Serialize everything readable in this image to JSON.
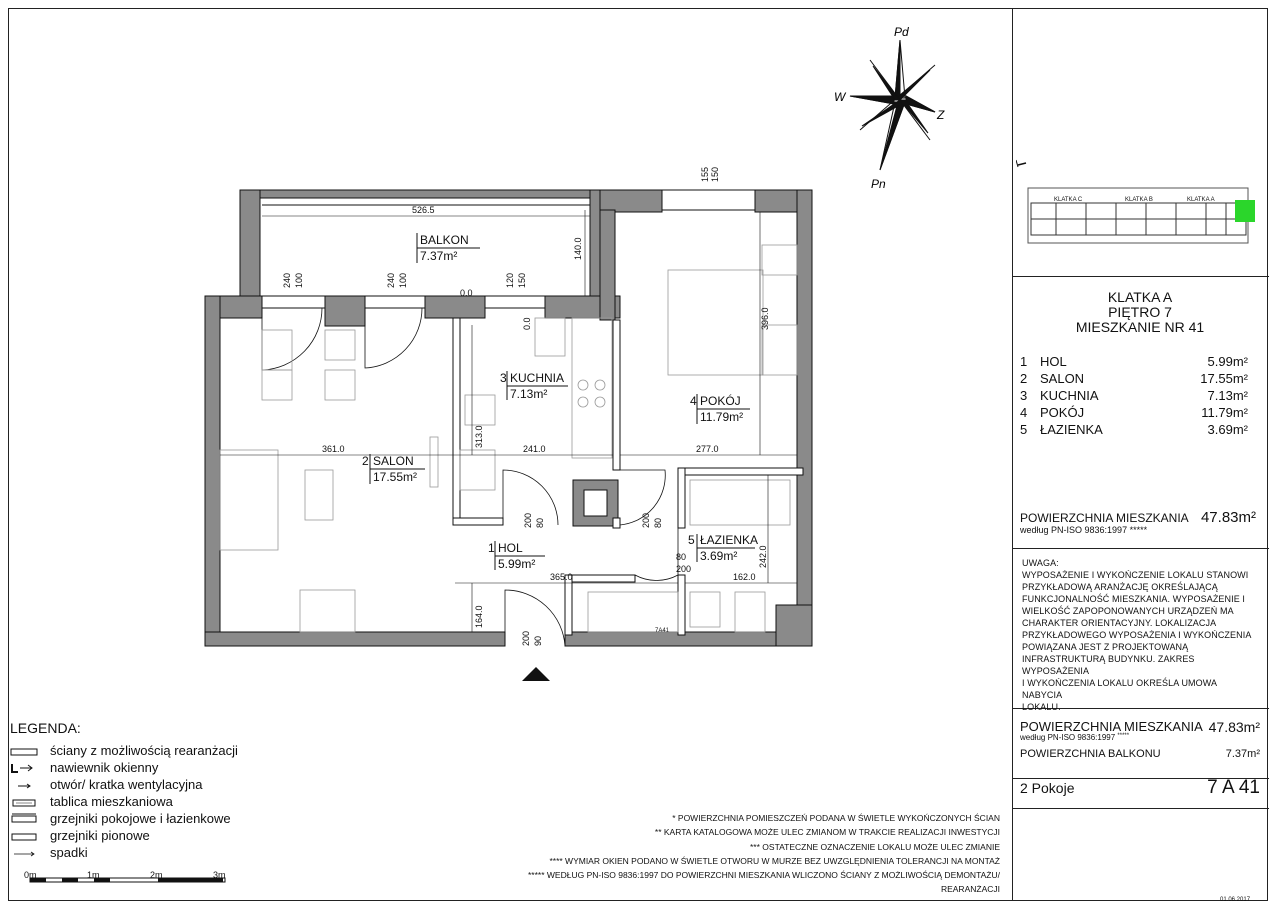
{
  "plan": {
    "compass": {
      "north": "Pd",
      "south": "Pn",
      "west": "W",
      "east": "Z"
    },
    "rooms": [
      {
        "num": "1",
        "name": "HOL",
        "area": "5.99m²"
      },
      {
        "num": "2",
        "name": "SALON",
        "area": "17.55m²"
      },
      {
        "num": "3",
        "name": "KUCHNIA",
        "area": "7.13m²"
      },
      {
        "num": "4",
        "name": "POKÓJ",
        "area": "11.79m²"
      },
      {
        "num": "5",
        "name": "ŁAZIENKA",
        "area": "3.69m²"
      }
    ],
    "balcony": {
      "name": "BALKON",
      "area": "7.37m²"
    },
    "dimensions": {
      "balcony_width": "526.5",
      "balcony_depth": "140.0",
      "balcony_zero": "0.0",
      "window_a_w": "100",
      "window_a_h": "240",
      "window_b_w": "100",
      "window_b_h": "240",
      "window_c_w": "120",
      "window_c_h": "150",
      "window_c_zero": "0.0",
      "top_window_w": "150",
      "top_window_h": "155",
      "room4_height": "396.0",
      "salon_width": "361.0",
      "kitchen_width": "241.0",
      "room4_width": "277.0",
      "kitchen_depth": "313.0",
      "door_kitchen_w": "80",
      "door_kitchen_h": "200",
      "door_room4_w": "80",
      "door_room4_h": "200",
      "door_bath_w": "80",
      "door_bath_h": "200",
      "bath_height": "242.0",
      "hall_width": "365.0",
      "bath_width": "162.0",
      "hall_depth": "164.0",
      "entry_door_w": "90",
      "entry_door_h": "200",
      "nr_tag": "7A41"
    }
  },
  "keyplan": {
    "labels": [
      "KLATKA C",
      "KLATKA B",
      "KLATKA A"
    ],
    "highlight_color": "#2bd62b"
  },
  "header": {
    "line1": "KLATKA A",
    "line2": "PIĘTRO 7",
    "line3": "MIESZKANIE NR 41"
  },
  "area_summary": {
    "label": "POWIERZCHNIA MIESZKANIA",
    "sublabel": "według PN-ISO 9836:1997 *****",
    "value": "47.83m²"
  },
  "note": {
    "title": "UWAGA:",
    "lines": [
      "WYPOSAŻENIE I WYKOŃCZENIE LOKALU STANOWI",
      "PRZYKŁADOWĄ ARANŻACJĘ OKREŚLAJĄCĄ",
      "FUNKCJONALNOŚĆ MIESZKANIA. WYPOSAŻENIE I",
      "WIELKOŚĆ ZAPOPONOWANYCH URZĄDZEŃ MA",
      "CHARAKTER ORIENTACYJNY. LOKALIZACJA",
      "PRZYKŁADOWEGO WYPOSAŻENIA I WYKOŃCZENIA",
      "POWIĄZANA JEST Z PROJEKTOWANĄ",
      "INFRASTRUKTURĄ BUDYNKU. ZAKRES WYPOSAŻENIA",
      "I WYKOŃCZENIA LOKALU OKREŚLA UMOWA NABYCIA",
      "LOKALU."
    ]
  },
  "summary2": {
    "label": "POWIERZCHNIA MIESZKANIA",
    "value": "47.83m²",
    "sublabel": "według PN-ISO 9836:1997",
    "stars": "*****",
    "balcony_label": "POWIERZCHNIA BALKONU",
    "balcony_value": "7.37m²"
  },
  "footer": {
    "rooms_count": "2 Pokoje",
    "code": "7 A 41",
    "date": "01.06.2017"
  },
  "legend": {
    "title": "LEGENDA:",
    "items": [
      "ściany z możliwością rearanżacji",
      "nawiewnik okienny",
      "otwór/ kratka wentylacyjna",
      "tablica mieszkaniowa",
      "grzejniki pokojowe i łazienkowe",
      "grzejniki pionowe",
      "spadki"
    ],
    "scale": [
      "0m",
      "1m",
      "2m",
      "3m"
    ]
  },
  "footnotes": [
    "* POWIERZCHNIA POMIESZCZEŃ PODANA W ŚWIETLE WYKOŃCZONYCH ŚCIAN",
    "** KARTA KATALOGOWA MOŻE ULEC ZMIANOM W TRAKCIE REALIZACJI INWESTYCJI",
    "*** OSTATECZNE OZNACZENIE LOKALU MOŻE ULEC ZMIANIE",
    "**** WYMIAR OKIEN PODANO W ŚWIETLE OTWORU W MURZE BEZ UWZGLĘDNIENIA TOLERANCJI NA MONTAŻ",
    "***** WEDŁUG PN-ISO 9836:1997 DO POWIERZCHNI MIESZKANIA WLICZONO ŚCIANY Z MOŻLIWOŚCIĄ DEMONTAŻU/",
    "REARANŻACJI"
  ]
}
